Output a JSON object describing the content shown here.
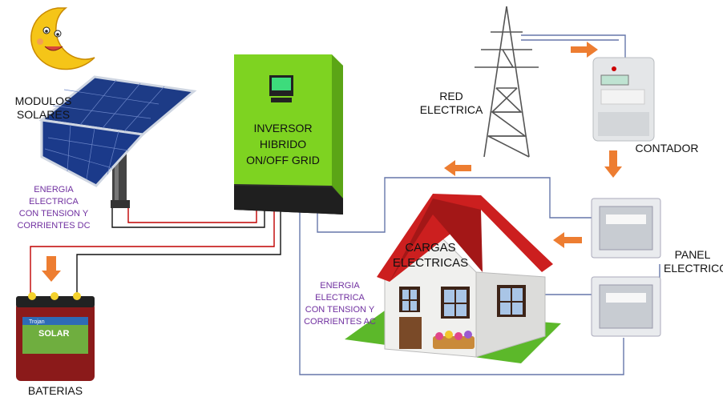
{
  "labels": {
    "solar_modules": "MODULOS\nSOLARES",
    "dc_energy": "ENERGIA\nELECTRICA\nCON TENSION Y\nCORRIENTES  DC",
    "batteries": "BATERIAS",
    "inverter": "INVERSOR\nHIBRIDO\nON/OFF GRID",
    "grid": "RED\nELECTRICA",
    "meter": "CONTADOR",
    "loads": "CARGAS\nELECTRICAS",
    "ac_energy": "ENERGIA\nELECTRICA\nCON TENSION Y\nCORRIENTES  AC",
    "panel": "PANEL\nELECTRICO"
  },
  "battery_brand": "Trojan",
  "battery_model": "SOLAR",
  "colors": {
    "arrow": "#ed7d31",
    "dc_positive": "#c00000",
    "dc_negative": "#111111",
    "ac_line": "#6677aa",
    "inverter_body": "#7ed321",
    "roof": "#cc1f1f",
    "grass": "#5cb82a",
    "label_purple": "#7030a0"
  },
  "icons": [
    "moon-icon",
    "solar-panel-icon",
    "inverter-icon",
    "battery-icon",
    "transmission-tower-icon",
    "energy-meter-icon",
    "house-icon",
    "breaker-panel-icon"
  ]
}
